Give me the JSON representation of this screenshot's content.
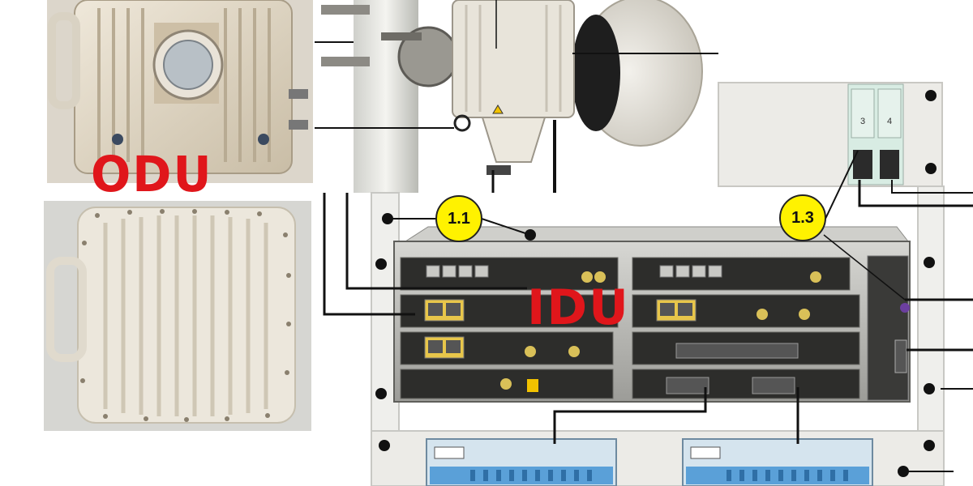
{
  "labels": {
    "odu": "ODU",
    "idu": "IDU"
  },
  "callouts": [
    {
      "text": "1.1"
    },
    {
      "text": "1.3"
    }
  ],
  "breaker_labels": [
    "3",
    "4"
  ],
  "colors": {
    "label_red": "#e0161b",
    "callout_yellow": "#fff200",
    "terminal_blue": "#5aa0d8",
    "odu_beige": "#e6e0d2"
  },
  "icons": [
    "odu-unit-photo",
    "odu-back-cover-photo",
    "microwave-antenna-photo",
    "idu-rack-chassis",
    "circuit-breaker-panel",
    "terminal-block"
  ]
}
